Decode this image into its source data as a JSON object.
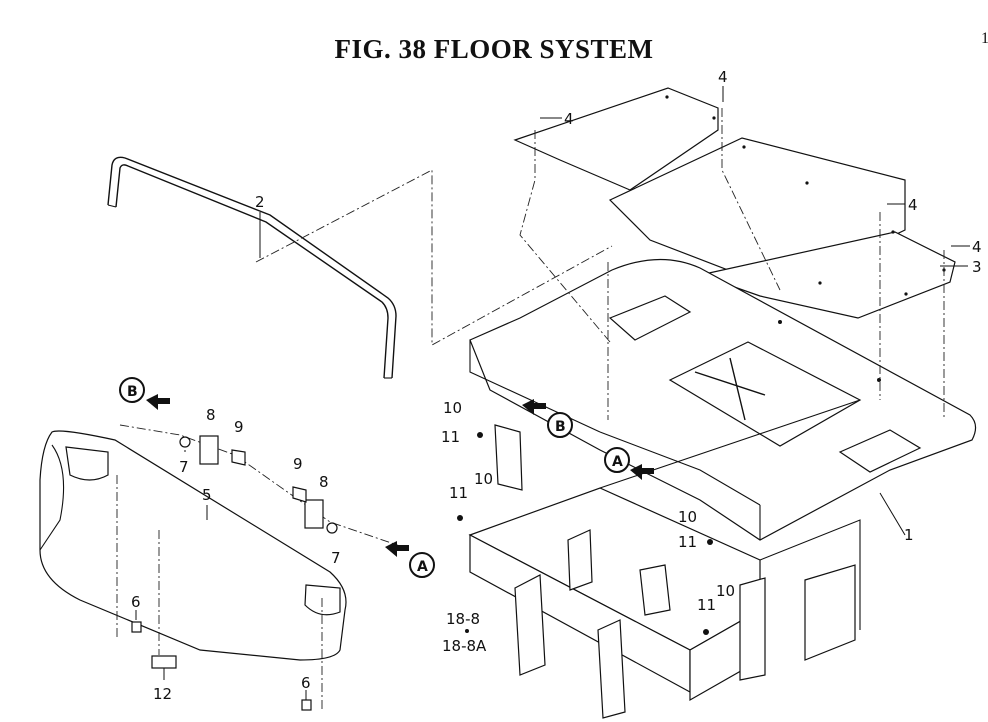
{
  "title": "FIG. 38  FLOOR SYSTEM",
  "page_number": "1",
  "callouts": [
    {
      "id": "c1",
      "text": "1"
    },
    {
      "id": "c2",
      "text": "2"
    },
    {
      "id": "c3",
      "text": "3"
    },
    {
      "id": "c4a",
      "text": "4"
    },
    {
      "id": "c4b",
      "text": "4"
    },
    {
      "id": "c4c",
      "text": "4"
    },
    {
      "id": "c4d",
      "text": "4"
    },
    {
      "id": "c5",
      "text": "5"
    },
    {
      "id": "c6a",
      "text": "6"
    },
    {
      "id": "c6b",
      "text": "6"
    },
    {
      "id": "c7a",
      "text": "7"
    },
    {
      "id": "c7b",
      "text": "7"
    },
    {
      "id": "c8a",
      "text": "8"
    },
    {
      "id": "c8b",
      "text": "8"
    },
    {
      "id": "c9a",
      "text": "9"
    },
    {
      "id": "c9b",
      "text": "9"
    },
    {
      "id": "c10a",
      "text": "10"
    },
    {
      "id": "c10b",
      "text": "10"
    },
    {
      "id": "c10c",
      "text": "10"
    },
    {
      "id": "c10d",
      "text": "10"
    },
    {
      "id": "c11a",
      "text": "11"
    },
    {
      "id": "c11b",
      "text": "11"
    },
    {
      "id": "c11c",
      "text": "11"
    },
    {
      "id": "c11d",
      "text": "11"
    },
    {
      "id": "c12",
      "text": "12"
    },
    {
      "id": "c18_8",
      "text": "18-8"
    },
    {
      "id": "c18_8A",
      "text": "18-8A"
    }
  ],
  "reference_marks": [
    {
      "id": "refB1",
      "text": "B"
    },
    {
      "id": "refB2",
      "text": "B"
    },
    {
      "id": "refA1",
      "text": "A"
    },
    {
      "id": "refA2",
      "text": "A"
    }
  ]
}
